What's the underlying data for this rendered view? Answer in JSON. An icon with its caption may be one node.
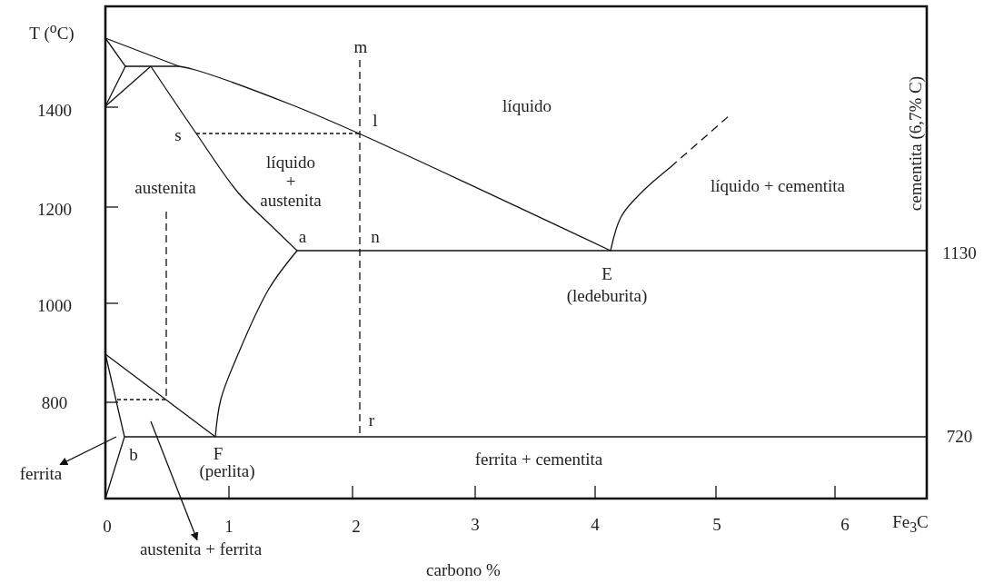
{
  "diagram": {
    "nodes": [
      {
        "text": [
          "ferrita"
        ]
      },
      {
        "text": [
          "austenita + ferrita"
        ]
      }
    ],
    "edges": [
      {
        "from": null,
        "to": 0,
        "arrow": "to"
      },
      {
        "from": null,
        "to": 1,
        "arrow": "to"
      }
    ],
    "labels": [
      "T ($^{o}$C)",
      "m",
      "1400",
      "líquido",
      "l",
      "s",
      "líquido + austenita",
      "austenita",
      "1200",
      "líquido + cementita",
      "cementita (6,7% C)",
      "a",
      "n",
      "1130",
      "E",
      "(ledeburita)",
      "1000",
      "800",
      "r",
      "720",
      "b",
      "F",
      "(perlita)",
      "ferrita + cementita",
      "0",
      "1",
      "2",
      "3",
      "4",
      "5",
      "6",
      "Fe$_{3}$C",
      "carbono %"
    ]
  }
}
